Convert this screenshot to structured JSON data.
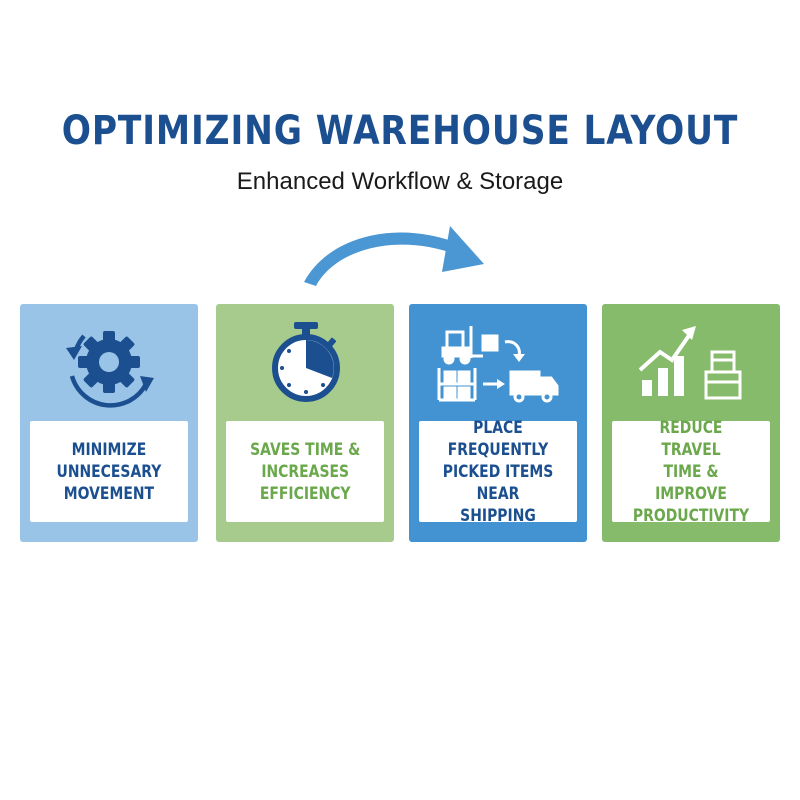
{
  "header": {
    "title": "OPTIMIZING WAREHOUSE LAYOUT",
    "subtitle": "Enhanced Workflow & Storage"
  },
  "cards": [
    {
      "icon": "gear-cycle-icon",
      "label": "MINIMIZE\nUNNECESARY\nMOVEMENT",
      "color": "#99c4e8",
      "text_color": "#1b4f8f"
    },
    {
      "icon": "stopwatch-icon",
      "label": "SAVES TIME &\nINCREASES\nEFFICIENCY",
      "color": "#a6cb8c",
      "text_color": "#6aa84b"
    },
    {
      "icon": "forklift-to-truck-icon",
      "label": "PLACE FREQUENTLY\nPICKED ITEMS\nNEAR SHIPPING",
      "color": "#4393d2",
      "text_color": "#1b4f8f"
    },
    {
      "icon": "growth-chart-boxes-icon",
      "label": "REDUCE TRAVEL\nTIME & IMPROVE\nPRODUCTIVITY",
      "color": "#86bb6b",
      "text_color": "#6aa84b"
    }
  ],
  "colors": {
    "title": "#1b4f8f",
    "arrow": "#4b97d4"
  }
}
